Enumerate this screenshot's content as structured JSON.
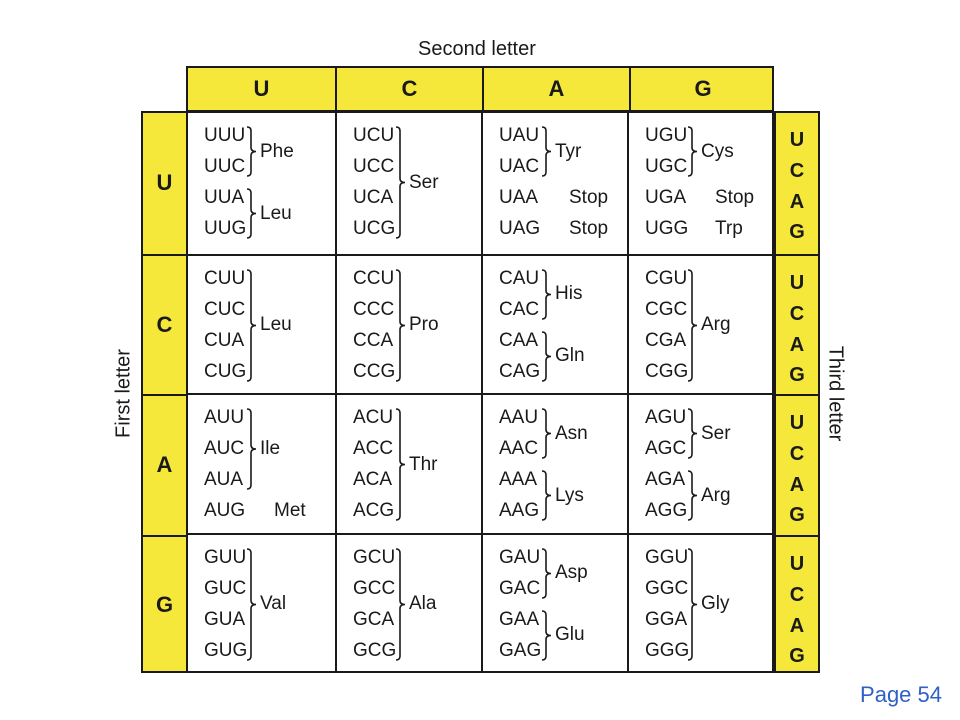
{
  "second_letter_title": "Second letter",
  "first_letter_title": "First letter",
  "third_letter_title": "Third letter",
  "second_letters": [
    "U",
    "C",
    "A",
    "G"
  ],
  "first_letters": [
    "U",
    "C",
    "A",
    "G"
  ],
  "third_letters": [
    "U",
    "C",
    "A",
    "G"
  ],
  "page_label": "Page 54",
  "colors": {
    "header_fill": "#f5e83a",
    "page_label": "#2f5fc9",
    "line": "#1a1a1a"
  },
  "rows": [
    {
      "first": "U",
      "cells": [
        {
          "codons": [
            "UUU",
            "UUC",
            "UUA",
            "UUG"
          ],
          "groups": [
            {
              "start": 0,
              "end": 1,
              "label": "Phe"
            },
            {
              "start": 2,
              "end": 3,
              "label": "Leu"
            }
          ]
        },
        {
          "codons": [
            "UCU",
            "UCC",
            "UCA",
            "UCG"
          ],
          "groups": [
            {
              "start": 0,
              "end": 3,
              "label": "Ser"
            }
          ]
        },
        {
          "codons": [
            "UAU",
            "UAC",
            "UAA",
            "UAG"
          ],
          "groups": [
            {
              "start": 0,
              "end": 1,
              "label": "Tyr"
            },
            {
              "start": 2,
              "end": 2,
              "label": "Stop",
              "plain": true
            },
            {
              "start": 3,
              "end": 3,
              "label": "Stop",
              "plain": true
            }
          ]
        },
        {
          "codons": [
            "UGU",
            "UGC",
            "UGA",
            "UGG"
          ],
          "groups": [
            {
              "start": 0,
              "end": 1,
              "label": "Cys"
            },
            {
              "start": 2,
              "end": 2,
              "label": "Stop",
              "plain": true
            },
            {
              "start": 3,
              "end": 3,
              "label": "Trp",
              "plain": true
            }
          ]
        }
      ]
    },
    {
      "first": "C",
      "cells": [
        {
          "codons": [
            "CUU",
            "CUC",
            "CUA",
            "CUG"
          ],
          "groups": [
            {
              "start": 0,
              "end": 3,
              "label": "Leu"
            }
          ]
        },
        {
          "codons": [
            "CCU",
            "CCC",
            "CCA",
            "CCG"
          ],
          "groups": [
            {
              "start": 0,
              "end": 3,
              "label": "Pro"
            }
          ]
        },
        {
          "codons": [
            "CAU",
            "CAC",
            "CAA",
            "CAG"
          ],
          "groups": [
            {
              "start": 0,
              "end": 1,
              "label": "His"
            },
            {
              "start": 2,
              "end": 3,
              "label": "Gln"
            }
          ]
        },
        {
          "codons": [
            "CGU",
            "CGC",
            "CGA",
            "CGG"
          ],
          "groups": [
            {
              "start": 0,
              "end": 3,
              "label": "Arg"
            }
          ]
        }
      ]
    },
    {
      "first": "A",
      "cells": [
        {
          "codons": [
            "AUU",
            "AUC",
            "AUA",
            "AUG"
          ],
          "groups": [
            {
              "start": 0,
              "end": 2,
              "label": "Ile"
            },
            {
              "start": 3,
              "end": 3,
              "label": "Met",
              "plain": true
            }
          ]
        },
        {
          "codons": [
            "ACU",
            "ACC",
            "ACA",
            "ACG"
          ],
          "groups": [
            {
              "start": 0,
              "end": 3,
              "label": "Thr"
            }
          ]
        },
        {
          "codons": [
            "AAU",
            "AAC",
            "AAA",
            "AAG"
          ],
          "groups": [
            {
              "start": 0,
              "end": 1,
              "label": "Asn"
            },
            {
              "start": 2,
              "end": 3,
              "label": "Lys"
            }
          ]
        },
        {
          "codons": [
            "AGU",
            "AGC",
            "AGA",
            "AGG"
          ],
          "groups": [
            {
              "start": 0,
              "end": 1,
              "label": "Ser"
            },
            {
              "start": 2,
              "end": 3,
              "label": "Arg"
            }
          ]
        }
      ]
    },
    {
      "first": "G",
      "cells": [
        {
          "codons": [
            "GUU",
            "GUC",
            "GUA",
            "GUG"
          ],
          "groups": [
            {
              "start": 0,
              "end": 3,
              "label": "Val"
            }
          ]
        },
        {
          "codons": [
            "GCU",
            "GCC",
            "GCA",
            "GCG"
          ],
          "groups": [
            {
              "start": 0,
              "end": 3,
              "label": "Ala"
            }
          ]
        },
        {
          "codons": [
            "GAU",
            "GAC",
            "GAA",
            "GAG"
          ],
          "groups": [
            {
              "start": 0,
              "end": 1,
              "label": "Asp"
            },
            {
              "start": 2,
              "end": 3,
              "label": "Glu"
            }
          ]
        },
        {
          "codons": [
            "GGU",
            "GGC",
            "GGA",
            "GGG"
          ],
          "groups": [
            {
              "start": 0,
              "end": 3,
              "label": "Gly"
            }
          ]
        }
      ]
    }
  ]
}
